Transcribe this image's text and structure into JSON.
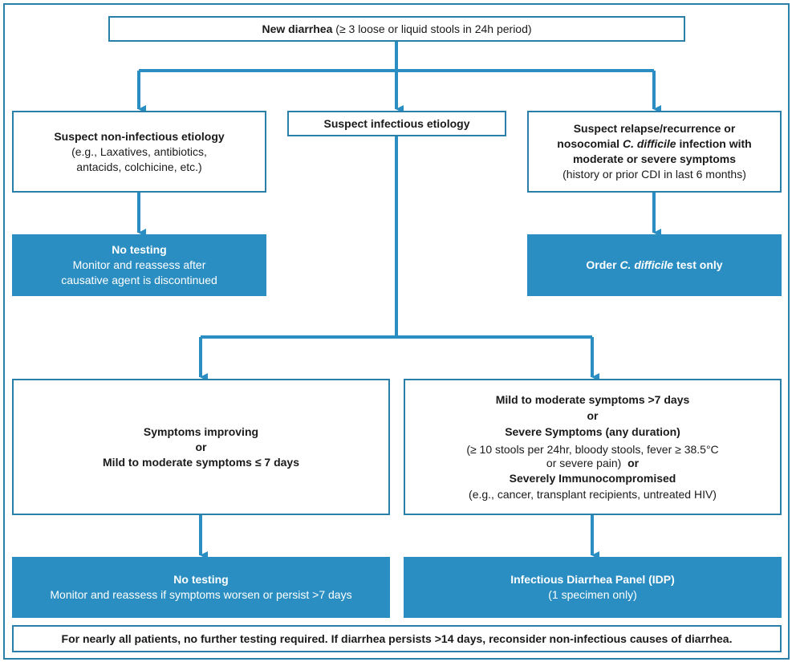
{
  "title_box": {
    "bold": "New diarrhea",
    "rest": "(≥ 3 loose or liquid stools in 24h period)"
  },
  "non_infectious": {
    "title": "Suspect non-infectious etiology",
    "line2": "(e.g., Laxatives, antibiotics,",
    "line3": "antacids, colchicine, etc.)"
  },
  "non_infectious_action": {
    "title": "No testing",
    "line2": "Monitor and reassess after",
    "line3": "causative agent is discontinued"
  },
  "infectious": {
    "title": "Suspect infectious etiology"
  },
  "relapse": {
    "line1": "Suspect relapse/recurrence or",
    "line2_pre": "nosocomial ",
    "line2_em": "C. difficile",
    "line2_post": " infection with",
    "line3": "moderate or severe symptoms",
    "line4": "(history or prior CDI in last 6 months)"
  },
  "relapse_action": {
    "pre": "Order ",
    "em": "C. difficile",
    "post": " test only"
  },
  "mild": {
    "line1": "Symptoms improving",
    "or": "or",
    "line3": "Mild to moderate symptoms ≤ 7 days"
  },
  "severe": {
    "line1": "Mild to moderate symptoms >7 days",
    "or1": "or",
    "line3": "Severe Symptoms (any duration)",
    "line4a": "(≥ 10 stools per 24hr, bloody stools, fever ≥ 38.5°C",
    "line4b": "or severe pain)",
    "or2": "or",
    "line5": "Severely Immunocompromised",
    "line6": "(e.g., cancer, transplant recipients, untreated HIV)"
  },
  "mild_action": {
    "title": "No testing",
    "line2": "Monitor and reassess if symptoms worsen or persist >7 days"
  },
  "severe_action": {
    "title": "Infectious Diarrhea Panel (IDP)",
    "line2": "(1 specimen only)"
  },
  "footer": {
    "text": "For nearly all patients, no further testing required. If diarrhea persists >14 days, reconsider non-infectious causes of diarrhea."
  },
  "colors": {
    "border": "#2a7fa8",
    "fill": "#2a8ec2",
    "arrow": "#2a8ec2"
  }
}
